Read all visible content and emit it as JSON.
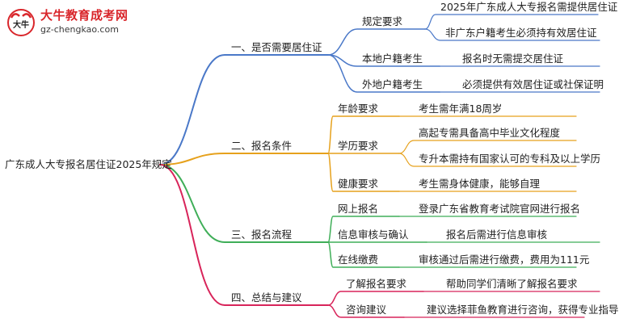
{
  "logo": {
    "title": "大牛教育成考网",
    "url": "gz-chengkao.com",
    "mark": "大牛"
  },
  "root": "广东成人大专报名居住证2025年规定",
  "branches": [
    {
      "label": "一、是否需要居住证",
      "color": "#4a78c8",
      "children": [
        {
          "label": "规定要求",
          "leaves": [
            "2025年广东成人大专报名需提供居住证",
            "非广东户籍考生必须持有效居住证"
          ]
        },
        {
          "label": "本地户籍考生",
          "leaves": [
            "报名时无需提交居住证"
          ]
        },
        {
          "label": "外地户籍考生",
          "leaves": [
            "必须提供有效居住证或社保证明"
          ]
        }
      ]
    },
    {
      "label": "二、报名条件",
      "color": "#e6a11c",
      "children": [
        {
          "label": "年龄要求",
          "leaves": [
            "考生需年满18周岁"
          ]
        },
        {
          "label": "学历要求",
          "leaves": [
            "高起专需具备高中毕业文化程度",
            "专升本需持有国家认可的专科及以上学历"
          ]
        },
        {
          "label": "健康要求",
          "leaves": [
            "考生需身体健康，能够自理"
          ]
        }
      ]
    },
    {
      "label": "三、报名流程",
      "color": "#3fae58",
      "children": [
        {
          "label": "网上报名",
          "leaves": [
            "登录广东省教育考试院官网进行报名"
          ]
        },
        {
          "label": "信息审核与确认",
          "leaves": [
            "报名后需进行信息审核"
          ]
        },
        {
          "label": "在线缴费",
          "leaves": [
            "审核通过后需进行缴费，费用为111元"
          ]
        }
      ]
    },
    {
      "label": "四、总结与建议",
      "color": "#d8245a",
      "children": [
        {
          "label": "了解报名要求",
          "leaves": [
            "帮助同学们清晰了解报名要求"
          ]
        },
        {
          "label": "咨询建议",
          "leaves": [
            "建议选择菲鱼教育进行咨询，获得专业指导"
          ]
        }
      ]
    }
  ]
}
